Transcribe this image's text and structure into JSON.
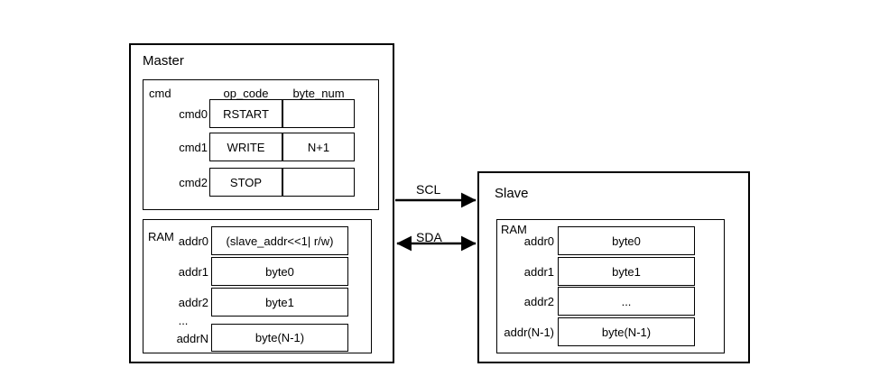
{
  "diagram": {
    "master": {
      "title": "Master",
      "cmd_table": {
        "group_label": "cmd",
        "headers": [
          "op_code",
          "byte_num"
        ],
        "rows": [
          {
            "label": "cmd0",
            "op_code": "RSTART",
            "byte_num": ""
          },
          {
            "label": "cmd1",
            "op_code": "WRITE",
            "byte_num": "N+1"
          },
          {
            "label": "cmd2",
            "op_code": "STOP",
            "byte_num": ""
          }
        ]
      },
      "ram": {
        "group_label": "RAM",
        "ellipsis": "...",
        "rows": [
          {
            "label": "addr0",
            "value": "(slave_addr<<1| r/w)"
          },
          {
            "label": "addr1",
            "value": "byte0"
          },
          {
            "label": "addr2",
            "value": "byte1"
          },
          {
            "label": "addrN",
            "value": "byte(N-1)"
          }
        ]
      }
    },
    "slave": {
      "title": "Slave",
      "ram": {
        "group_label": "RAM",
        "rows": [
          {
            "label": "addr0",
            "value": "byte0"
          },
          {
            "label": "addr1",
            "value": "byte1"
          },
          {
            "label": "addr2",
            "value": "..."
          },
          {
            "label": "addr(N-1)",
            "value": "byte(N-1)"
          }
        ]
      }
    },
    "signals": [
      {
        "name": "SCL",
        "direction": "master-to-slave"
      },
      {
        "name": "SDA",
        "direction": "bidirectional"
      }
    ],
    "colors": {
      "stroke": "#000000",
      "background": "#ffffff"
    }
  }
}
